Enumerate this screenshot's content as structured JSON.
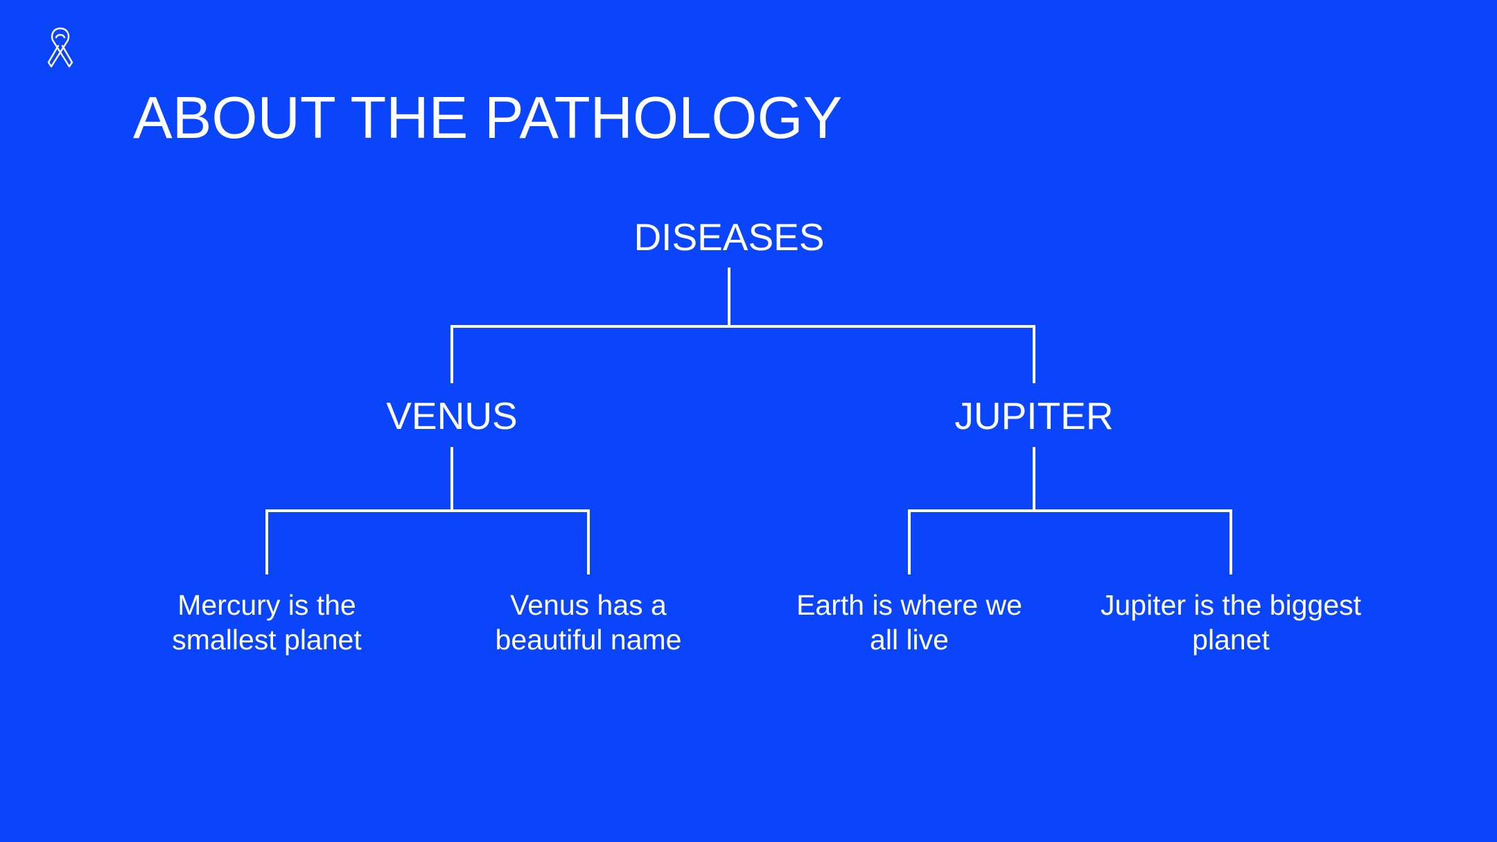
{
  "slide": {
    "title": "ABOUT THE PATHOLOGY",
    "logo_icon": "awareness-ribbon-icon",
    "background_color": "#0b45fb",
    "foreground_color": "#ffffff"
  },
  "tree": {
    "root": "DISEASES",
    "branches": [
      {
        "label": "VENUS",
        "leaves": [
          {
            "lines": [
              "Mercury is the",
              "smallest planet"
            ]
          },
          {
            "lines": [
              "Venus has a",
              "beautiful name"
            ]
          }
        ]
      },
      {
        "label": "JUPITER",
        "leaves": [
          {
            "lines": [
              "Earth is where we",
              "all live"
            ]
          },
          {
            "lines": [
              "Jupiter is the biggest",
              "planet"
            ]
          }
        ]
      }
    ]
  }
}
